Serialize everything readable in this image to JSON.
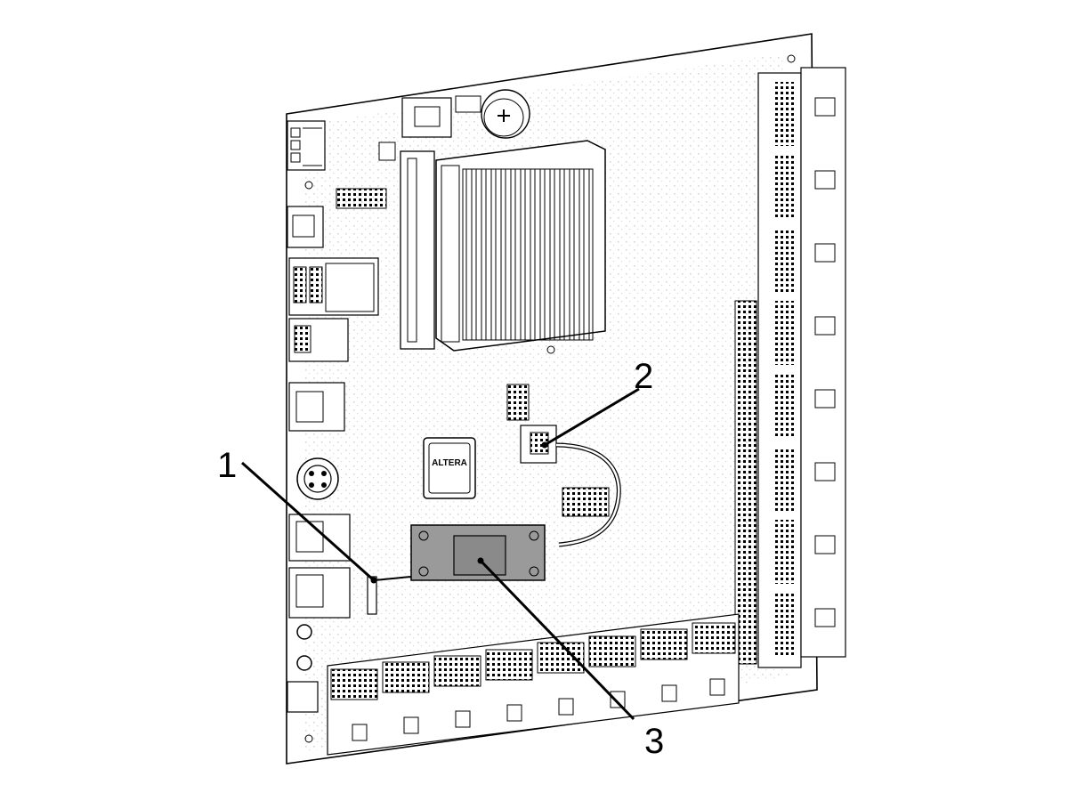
{
  "figure": {
    "background": "#ffffff",
    "board_fill": "#ffffff",
    "line_color": "#000000",
    "module_fill": "#9a9a9a",
    "chip_label": "ALTERA"
  },
  "callouts": [
    {
      "id": "1",
      "label": "1"
    },
    {
      "id": "2",
      "label": "2"
    },
    {
      "id": "3",
      "label": "3"
    }
  ]
}
